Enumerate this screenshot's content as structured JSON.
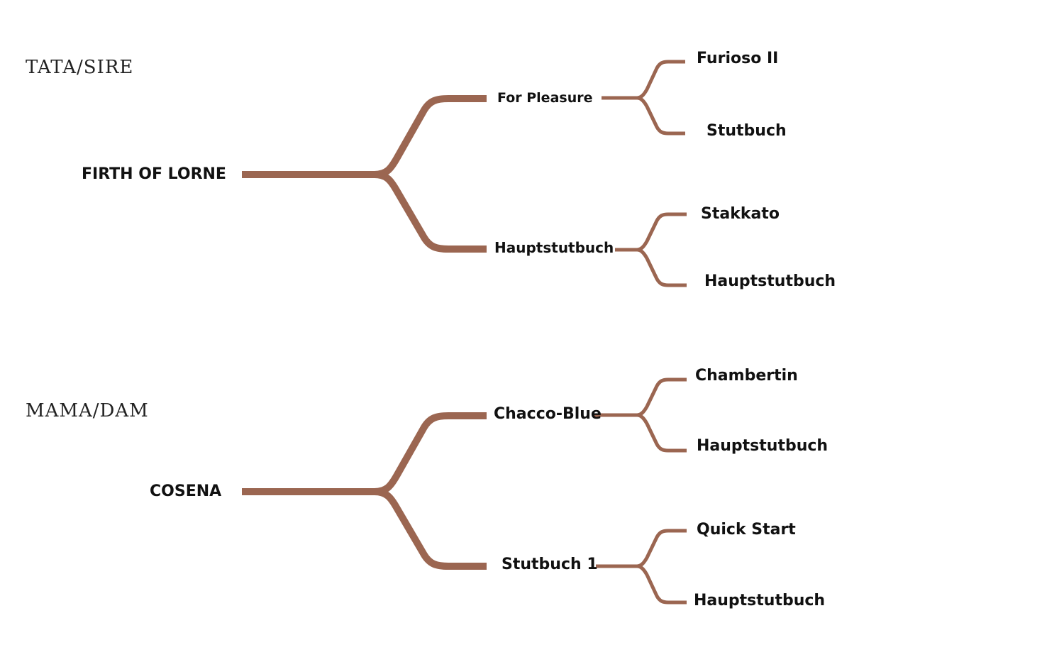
{
  "colors": {
    "branch": "#9b6651",
    "text": "#111111"
  },
  "sections": {
    "sire": {
      "label": "TATA/SIRE"
    },
    "dam": {
      "label": "MAMA/DAM"
    }
  },
  "sire_tree": {
    "root": "FIRTH OF LORNE",
    "parents": [
      {
        "name": "For Pleasure",
        "children": [
          "Furioso II",
          "Stutbuch"
        ]
      },
      {
        "name": "Hauptstutbuch",
        "children": [
          "Stakkato",
          "Hauptstutbuch"
        ]
      }
    ]
  },
  "dam_tree": {
    "root": "COSENA",
    "parents": [
      {
        "name": "Chacco-Blue",
        "children": [
          "Chambertin",
          "Hauptstutbuch"
        ]
      },
      {
        "name": "Stutbuch 1",
        "children": [
          "Quick Start",
          "Hauptstutbuch"
        ]
      }
    ]
  }
}
